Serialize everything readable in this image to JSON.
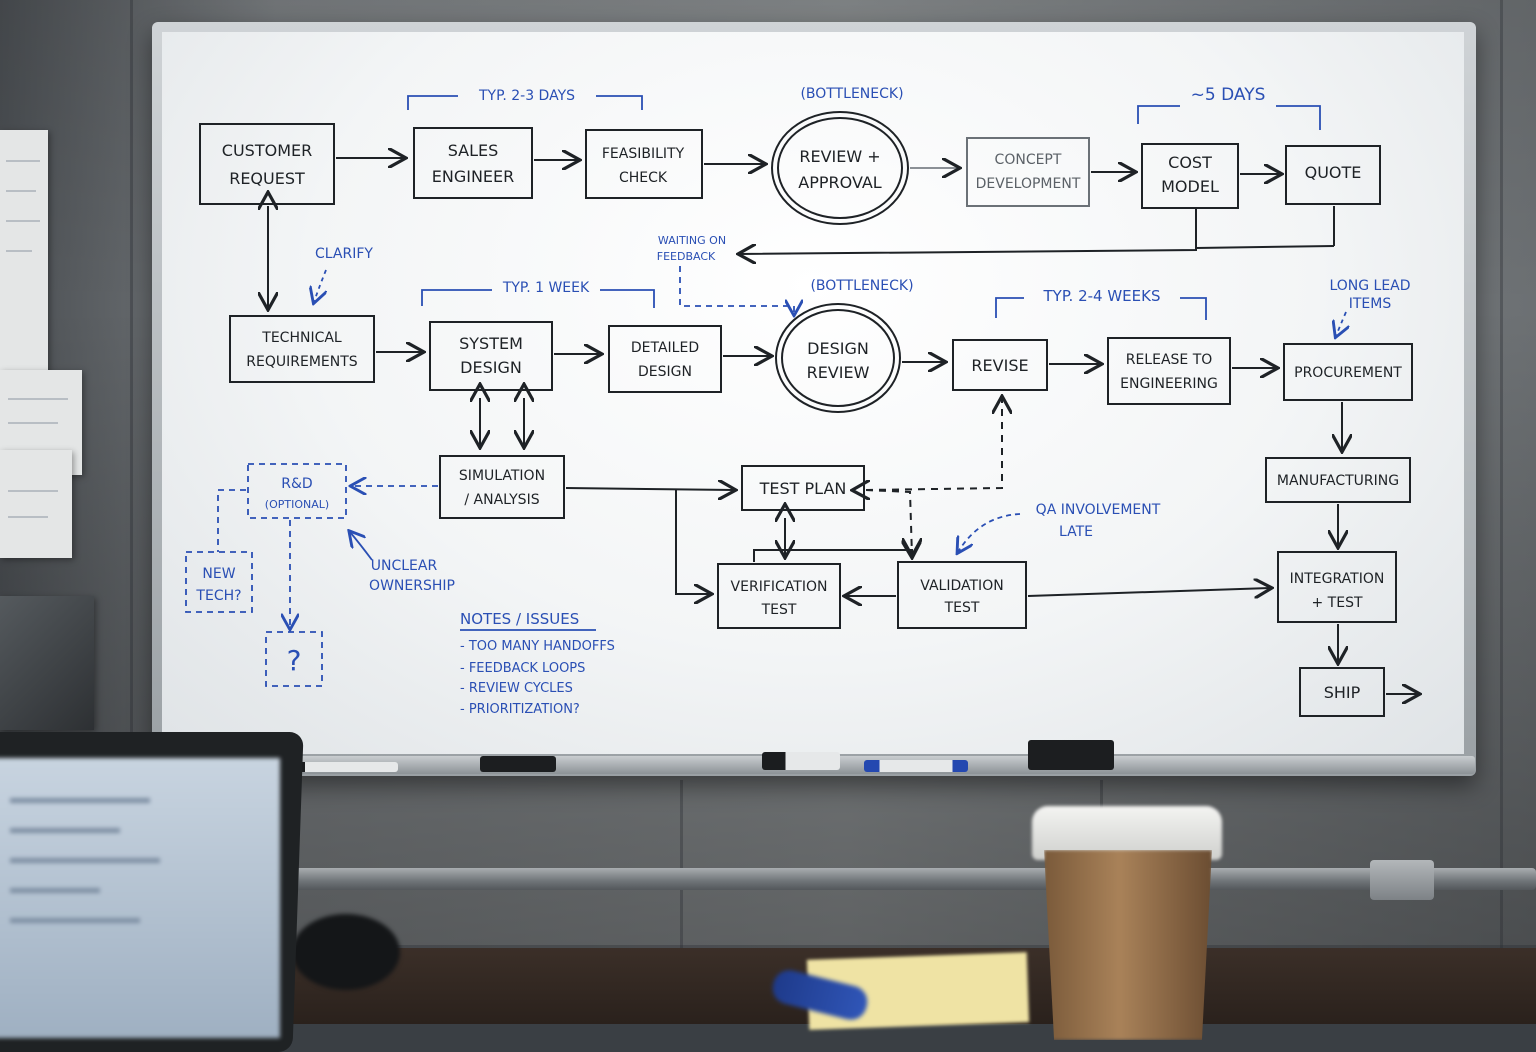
{
  "boxes": {
    "customer_request": [
      "CUSTOMER",
      "REQUEST"
    ],
    "sales_engineer": [
      "SALES",
      "ENGINEER"
    ],
    "feasibility_check": [
      "FEASIBILITY",
      "CHECK"
    ],
    "review_approval": [
      "REVIEW +",
      "APPROVAL"
    ],
    "concept_development": [
      "CONCEPT",
      "DEVELOPMENT"
    ],
    "cost_model": [
      "COST",
      "MODEL"
    ],
    "quote": "QUOTE",
    "technical_requirements": [
      "TECHNICAL",
      "REQUIREMENTS"
    ],
    "system_design": [
      "SYSTEM",
      "DESIGN"
    ],
    "detailed_design": [
      "DETAILED",
      "DESIGN"
    ],
    "design_review": [
      "DESIGN",
      "REVIEW"
    ],
    "revise": "REVISE",
    "release_to_engineering": [
      "RELEASE TO",
      "ENGINEERING"
    ],
    "procurement": "PROCUREMENT",
    "simulation_analysis": [
      "SIMULATION",
      "/ ANALYSIS"
    ],
    "rnd_optional": [
      "R&D",
      "(OPTIONAL)"
    ],
    "new_tech": [
      "NEW",
      "TECH?"
    ],
    "question_box": "?",
    "test_plan": "TEST PLAN",
    "verification_test": [
      "VERIFICATION",
      "TEST"
    ],
    "validation_test": [
      "VALIDATION",
      "TEST"
    ],
    "manufacturing": "MANUFACTURING",
    "integration_test": [
      "INTEGRATION",
      "+ TEST"
    ],
    "ship": "SHIP"
  },
  "annotations": {
    "typ_2_3_days": "TYP. 2-3 DAYS",
    "bottleneck_1": "(BOTTLENECK)",
    "five_days": "~5 DAYS",
    "waiting_on_feedback": [
      "WAITING ON",
      "FEEDBACK"
    ],
    "clarify": "CLARIFY",
    "typ_1_week": "TYP. 1 WEEK",
    "bottleneck_2": "(BOTTLENECK)",
    "typ_2_4_weeks": "TYP. 2-4 WEEKS",
    "long_lead_items": [
      "LONG LEAD",
      "ITEMS"
    ],
    "unclear_ownership": [
      "UNCLEAR",
      "OWNERSHIP"
    ],
    "qa_involvement_late": [
      "QA INVOLVEMENT",
      "LATE"
    ]
  },
  "notes": {
    "title": "NOTES / ISSUES",
    "items": [
      "- TOO MANY HANDOFFS",
      "- FEEDBACK LOOPS",
      "- REVIEW CYCLES",
      "- PRIORITIZATION?"
    ]
  },
  "colors": {
    "marker_black": "#1e2226",
    "marker_blue": "#2a4fb4",
    "board": "#f3f5f6",
    "wall": "#7b7f82"
  }
}
